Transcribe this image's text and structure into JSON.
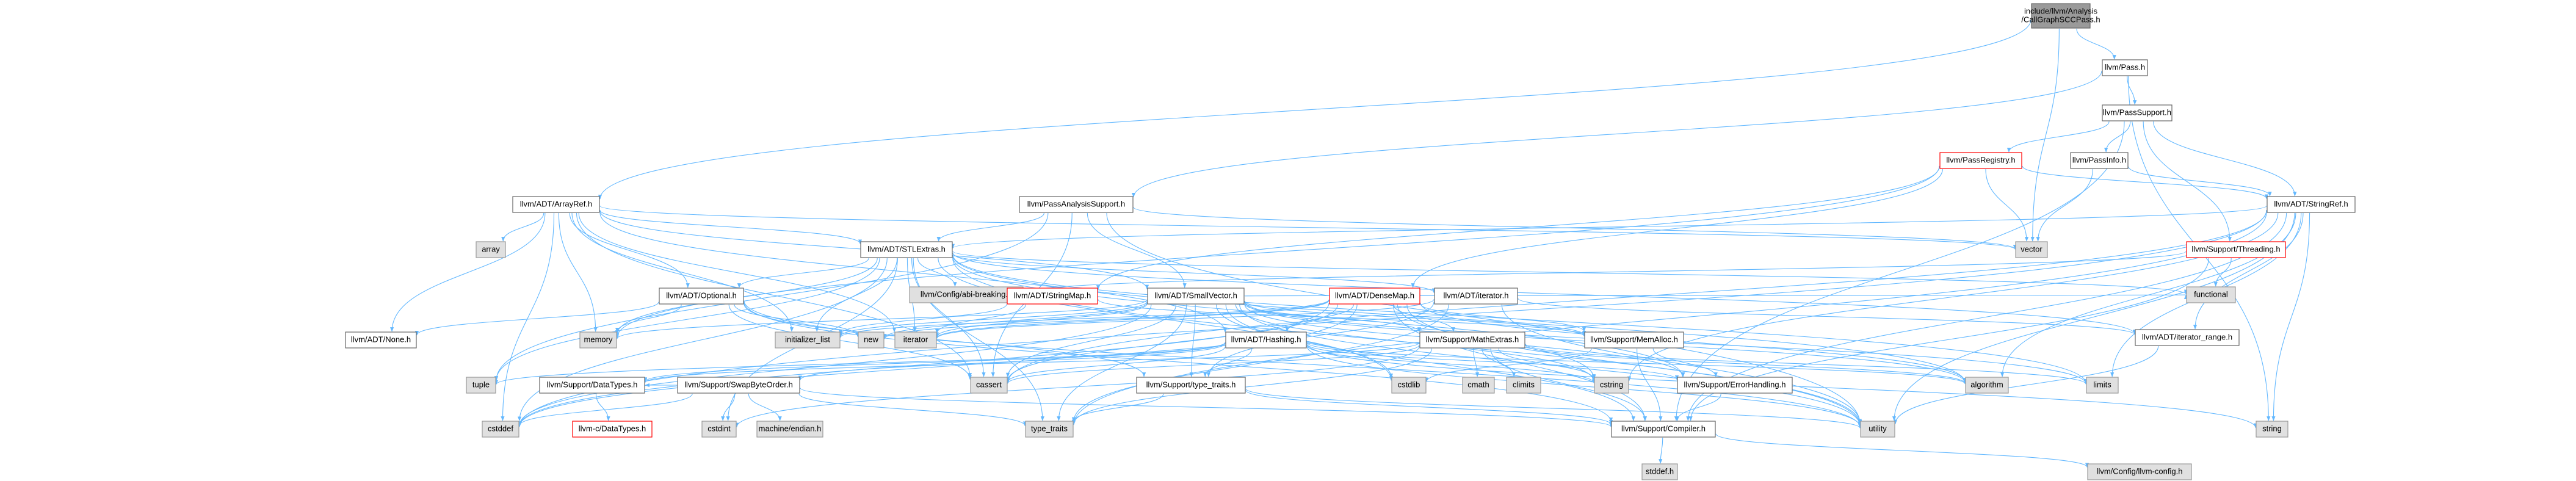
{
  "colors": {
    "edge": "#63b8ff",
    "edge_to_compiler": "#63b8ff",
    "node_border": "#666666",
    "node_fill": "#ffffff",
    "system_fill": "#e0e0e0",
    "system_border": "#999999",
    "root_fill": "#9a9a9a",
    "root_border": "#666666",
    "red_border": "#ff0000",
    "text": "#000000"
  },
  "nodes": [
    {
      "id": "root",
      "kind": "root",
      "lines": [
        "include/llvm/Analysis",
        "/CallGraphSCCPass.h"
      ]
    },
    {
      "id": "pass",
      "kind": "normal",
      "lines": [
        "llvm/Pass.h"
      ]
    },
    {
      "id": "passsupport",
      "kind": "normal",
      "lines": [
        "llvm/PassSupport.h"
      ]
    },
    {
      "id": "passregistry",
      "kind": "red",
      "lines": [
        "llvm/PassRegistry.h"
      ]
    },
    {
      "id": "passinfo",
      "kind": "normal",
      "lines": [
        "llvm/PassInfo.h"
      ]
    },
    {
      "id": "stringref",
      "kind": "normal",
      "lines": [
        "llvm/ADT/StringRef.h"
      ]
    },
    {
      "id": "arrayref",
      "kind": "normal",
      "lines": [
        "llvm/ADT/ArrayRef.h"
      ]
    },
    {
      "id": "passanalysissupport",
      "kind": "normal",
      "lines": [
        "llvm/PassAnalysisSupport.h"
      ]
    },
    {
      "id": "stlextras",
      "kind": "normal",
      "lines": [
        "llvm/ADT/STLExtras.h"
      ]
    },
    {
      "id": "threading",
      "kind": "red",
      "lines": [
        "llvm/Support/Threading.h"
      ]
    },
    {
      "id": "array",
      "kind": "system",
      "lines": [
        "array"
      ]
    },
    {
      "id": "vector",
      "kind": "system",
      "lines": [
        "vector"
      ]
    },
    {
      "id": "functional",
      "kind": "system",
      "lines": [
        "functional"
      ]
    },
    {
      "id": "abibreaking",
      "kind": "system",
      "lines": [
        "llvm/Config/abi-breaking.h"
      ]
    },
    {
      "id": "optional",
      "kind": "normal",
      "lines": [
        "llvm/ADT/Optional.h"
      ]
    },
    {
      "id": "stringmap",
      "kind": "red",
      "lines": [
        "llvm/ADT/StringMap.h"
      ]
    },
    {
      "id": "smallvector",
      "kind": "normal",
      "lines": [
        "llvm/ADT/SmallVector.h"
      ]
    },
    {
      "id": "densemap",
      "kind": "red",
      "lines": [
        "llvm/ADT/DenseMap.h"
      ]
    },
    {
      "id": "adtiterator",
      "kind": "normal",
      "lines": [
        "llvm/ADT/iterator.h"
      ]
    },
    {
      "id": "iteratorrange",
      "kind": "normal",
      "lines": [
        "llvm/ADT/iterator_range.h"
      ]
    },
    {
      "id": "none",
      "kind": "normal",
      "lines": [
        "llvm/ADT/None.h"
      ]
    },
    {
      "id": "memory",
      "kind": "system",
      "lines": [
        "memory"
      ]
    },
    {
      "id": "initlist",
      "kind": "system",
      "lines": [
        "initializer_list"
      ]
    },
    {
      "id": "new",
      "kind": "system",
      "lines": [
        "new"
      ]
    },
    {
      "id": "iterator",
      "kind": "system",
      "lines": [
        "iterator"
      ]
    },
    {
      "id": "hashing",
      "kind": "normal",
      "lines": [
        "llvm/ADT/Hashing.h"
      ]
    },
    {
      "id": "mathextras",
      "kind": "normal",
      "lines": [
        "llvm/Support/MathExtras.h"
      ]
    },
    {
      "id": "memalloc",
      "kind": "normal",
      "lines": [
        "llvm/Support/MemAlloc.h"
      ]
    },
    {
      "id": "errorhandling",
      "kind": "normal",
      "lines": [
        "llvm/Support/ErrorHandling.h"
      ]
    },
    {
      "id": "tuple",
      "kind": "system",
      "lines": [
        "tuple"
      ]
    },
    {
      "id": "cassert",
      "kind": "system",
      "lines": [
        "cassert"
      ]
    },
    {
      "id": "cstdlib",
      "kind": "system",
      "lines": [
        "cstdlib"
      ]
    },
    {
      "id": "typetraitsllvm",
      "kind": "normal",
      "lines": [
        "llvm/Support/type_traits.h"
      ]
    },
    {
      "id": "cmath",
      "kind": "system",
      "lines": [
        "cmath"
      ]
    },
    {
      "id": "climits",
      "kind": "system",
      "lines": [
        "climits"
      ]
    },
    {
      "id": "cstring",
      "kind": "system",
      "lines": [
        "cstring"
      ]
    },
    {
      "id": "algorithm",
      "kind": "system",
      "lines": [
        "algorithm"
      ]
    },
    {
      "id": "limits",
      "kind": "system",
      "lines": [
        "limits"
      ]
    },
    {
      "id": "datatypes",
      "kind": "normal",
      "lines": [
        "llvm/Support/DataTypes.h"
      ]
    },
    {
      "id": "swapbyteorder",
      "kind": "normal",
      "lines": [
        "llvm/Support/SwapByteOrder.h"
      ]
    },
    {
      "id": "cdatatypes",
      "kind": "red",
      "lines": [
        "llvm-c/DataTypes.h"
      ]
    },
    {
      "id": "cstddef",
      "kind": "system",
      "lines": [
        "cstddef"
      ]
    },
    {
      "id": "cstdint",
      "kind": "system",
      "lines": [
        "cstdint"
      ]
    },
    {
      "id": "machineendian",
      "kind": "system",
      "lines": [
        "machine/endian.h"
      ]
    },
    {
      "id": "typetraits",
      "kind": "system",
      "lines": [
        "type_traits"
      ]
    },
    {
      "id": "compiler",
      "kind": "normal",
      "lines": [
        "llvm/Support/Compiler.h"
      ]
    },
    {
      "id": "utility",
      "kind": "system",
      "lines": [
        "utility"
      ]
    },
    {
      "id": "string",
      "kind": "system",
      "lines": [
        "string"
      ]
    },
    {
      "id": "stddef",
      "kind": "system",
      "lines": [
        "stddef.h"
      ]
    },
    {
      "id": "llvmconfig",
      "kind": "system",
      "lines": [
        "llvm/Config/llvm-config.h"
      ]
    }
  ],
  "edges": [
    [
      "root",
      "pass"
    ],
    [
      "root",
      "arrayref"
    ],
    [
      "root",
      "vector"
    ],
    [
      "pass",
      "passsupport"
    ],
    [
      "pass",
      "passanalysissupport"
    ],
    [
      "pass",
      "string"
    ],
    [
      "passsupport",
      "passregistry"
    ],
    [
      "passsupport",
      "passinfo"
    ],
    [
      "passsupport",
      "stringref"
    ],
    [
      "passsupport",
      "threading"
    ],
    [
      "passsupport",
      "compiler"
    ],
    [
      "passregistry",
      "stringref"
    ],
    [
      "passregistry",
      "densemap"
    ],
    [
      "passregistry",
      "stringmap"
    ],
    [
      "passregistry",
      "vector"
    ],
    [
      "passregistry",
      "memory"
    ],
    [
      "passinfo",
      "stringref"
    ],
    [
      "passinfo",
      "vector"
    ],
    [
      "stringref",
      "stlextras"
    ],
    [
      "stringref",
      "iteratorrange"
    ],
    [
      "stringref",
      "compiler"
    ],
    [
      "stringref",
      "algorithm"
    ],
    [
      "stringref",
      "cassert"
    ],
    [
      "stringref",
      "cstddef"
    ],
    [
      "stringref",
      "cstring"
    ],
    [
      "stringref",
      "limits"
    ],
    [
      "stringref",
      "string"
    ],
    [
      "stringref",
      "typetraits"
    ],
    [
      "stringref",
      "utility"
    ],
    [
      "threading",
      "functional"
    ],
    [
      "threading",
      "compiler"
    ],
    [
      "threading",
      "abibreaking"
    ],
    [
      "arrayref",
      "stlextras"
    ],
    [
      "arrayref",
      "hashing"
    ],
    [
      "arrayref",
      "none"
    ],
    [
      "arrayref",
      "smallvector"
    ],
    [
      "arrayref",
      "optional"
    ],
    [
      "arrayref",
      "array"
    ],
    [
      "arrayref",
      "memory"
    ],
    [
      "arrayref",
      "vector"
    ],
    [
      "arrayref",
      "initlist"
    ],
    [
      "arrayref",
      "cassert"
    ],
    [
      "arrayref",
      "cstddef"
    ],
    [
      "arrayref",
      "iterator"
    ],
    [
      "passanalysissupport",
      "stlextras"
    ],
    [
      "passanalysissupport",
      "smallvector"
    ],
    [
      "passanalysissupport",
      "cassert"
    ],
    [
      "passanalysissupport",
      "tuple"
    ],
    [
      "passanalysissupport",
      "utility"
    ],
    [
      "passanalysissupport",
      "vector"
    ],
    [
      "stlextras",
      "abibreaking"
    ],
    [
      "stlextras",
      "optional"
    ],
    [
      "stlextras",
      "adtiterator"
    ],
    [
      "stlextras",
      "iteratorrange"
    ],
    [
      "stlextras",
      "errorhandling"
    ],
    [
      "stlextras",
      "algorithm"
    ],
    [
      "stlextras",
      "cassert"
    ],
    [
      "stlextras",
      "cstddef"
    ],
    [
      "stlextras",
      "cstdint"
    ],
    [
      "stlextras",
      "cstdlib"
    ],
    [
      "stlextras",
      "functional"
    ],
    [
      "stlextras",
      "initlist"
    ],
    [
      "stlextras",
      "iterator"
    ],
    [
      "stlextras",
      "limits"
    ],
    [
      "stlextras",
      "memory"
    ],
    [
      "stlextras",
      "tuple"
    ],
    [
      "stlextras",
      "typetraits"
    ],
    [
      "stlextras",
      "utility"
    ],
    [
      "optional",
      "none"
    ],
    [
      "optional",
      "compiler"
    ],
    [
      "optional",
      "typetraitsllvm"
    ],
    [
      "optional",
      "cassert"
    ],
    [
      "optional",
      "memory"
    ],
    [
      "optional",
      "new"
    ],
    [
      "optional",
      "utility"
    ],
    [
      "stringmap",
      "iterator"
    ],
    [
      "stringmap",
      "memalloc"
    ],
    [
      "stringmap",
      "initlist"
    ],
    [
      "smallvector",
      "compiler"
    ],
    [
      "smallvector",
      "memalloc"
    ],
    [
      "smallvector",
      "typetraitsllvm"
    ],
    [
      "smallvector",
      "errorhandling"
    ],
    [
      "smallvector",
      "algorithm"
    ],
    [
      "smallvector",
      "cassert"
    ],
    [
      "smallvector",
      "cstddef"
    ],
    [
      "smallvector",
      "cstdlib"
    ],
    [
      "smallvector",
      "cstring"
    ],
    [
      "smallvector",
      "functional"
    ],
    [
      "smallvector",
      "initlist"
    ],
    [
      "smallvector",
      "iterator"
    ],
    [
      "smallvector",
      "limits"
    ],
    [
      "smallvector",
      "memory"
    ],
    [
      "smallvector",
      "new"
    ],
    [
      "smallvector",
      "typetraits"
    ],
    [
      "smallvector",
      "utility"
    ],
    [
      "smallvector",
      "mathextras"
    ],
    [
      "densemap",
      "mathextras"
    ],
    [
      "densemap",
      "memalloc"
    ],
    [
      "densemap",
      "typetraitsllvm"
    ],
    [
      "densemap",
      "algorithm"
    ],
    [
      "densemap",
      "cassert"
    ],
    [
      "densemap",
      "cstddef"
    ],
    [
      "densemap",
      "cstring"
    ],
    [
      "densemap",
      "initlist"
    ],
    [
      "densemap",
      "iterator"
    ],
    [
      "densemap",
      "new"
    ],
    [
      "densemap",
      "utility"
    ],
    [
      "densemap",
      "compiler"
    ],
    [
      "densemap",
      "hashing"
    ],
    [
      "adtiterator",
      "iteratorrange"
    ],
    [
      "adtiterator",
      "cstddef"
    ],
    [
      "adtiterator",
      "iterator"
    ],
    [
      "adtiterator",
      "typetraits"
    ],
    [
      "adtiterator",
      "utility"
    ],
    [
      "iteratorrange",
      "utility"
    ],
    [
      "hashing",
      "errorhandling"
    ],
    [
      "hashing",
      "swapbyteorder"
    ],
    [
      "hashing",
      "typetraitsllvm"
    ],
    [
      "hashing",
      "algorithm"
    ],
    [
      "hashing",
      "cassert"
    ],
    [
      "hashing",
      "cstring"
    ],
    [
      "hashing",
      "string"
    ],
    [
      "hashing",
      "tuple"
    ],
    [
      "hashing",
      "utility"
    ],
    [
      "hashing",
      "datatypes"
    ],
    [
      "mathextras",
      "compiler"
    ],
    [
      "mathextras",
      "algorithm"
    ],
    [
      "mathextras",
      "cassert"
    ],
    [
      "mathextras",
      "climits"
    ],
    [
      "mathextras",
      "cmath"
    ],
    [
      "mathextras",
      "cstdint"
    ],
    [
      "mathextras",
      "cstring"
    ],
    [
      "mathextras",
      "limits"
    ],
    [
      "mathextras",
      "typetraits"
    ],
    [
      "mathextras",
      "datatypes"
    ],
    [
      "memalloc",
      "compiler"
    ],
    [
      "memalloc",
      "errorhandling"
    ],
    [
      "memalloc",
      "cstdlib"
    ],
    [
      "errorhandling",
      "compiler"
    ],
    [
      "typetraitsllvm",
      "compiler"
    ],
    [
      "typetraitsllvm",
      "typetraits"
    ],
    [
      "typetraitsllvm",
      "utility"
    ],
    [
      "datatypes",
      "cdatatypes"
    ],
    [
      "swapbyteorder",
      "compiler"
    ],
    [
      "swapbyteorder",
      "datatypes"
    ],
    [
      "swapbyteorder",
      "cstddef"
    ],
    [
      "swapbyteorder",
      "cstdint"
    ],
    [
      "swapbyteorder",
      "typetraits"
    ],
    [
      "swapbyteorder",
      "machineendian"
    ],
    [
      "compiler",
      "llvmconfig"
    ],
    [
      "compiler",
      "stddef"
    ]
  ]
}
